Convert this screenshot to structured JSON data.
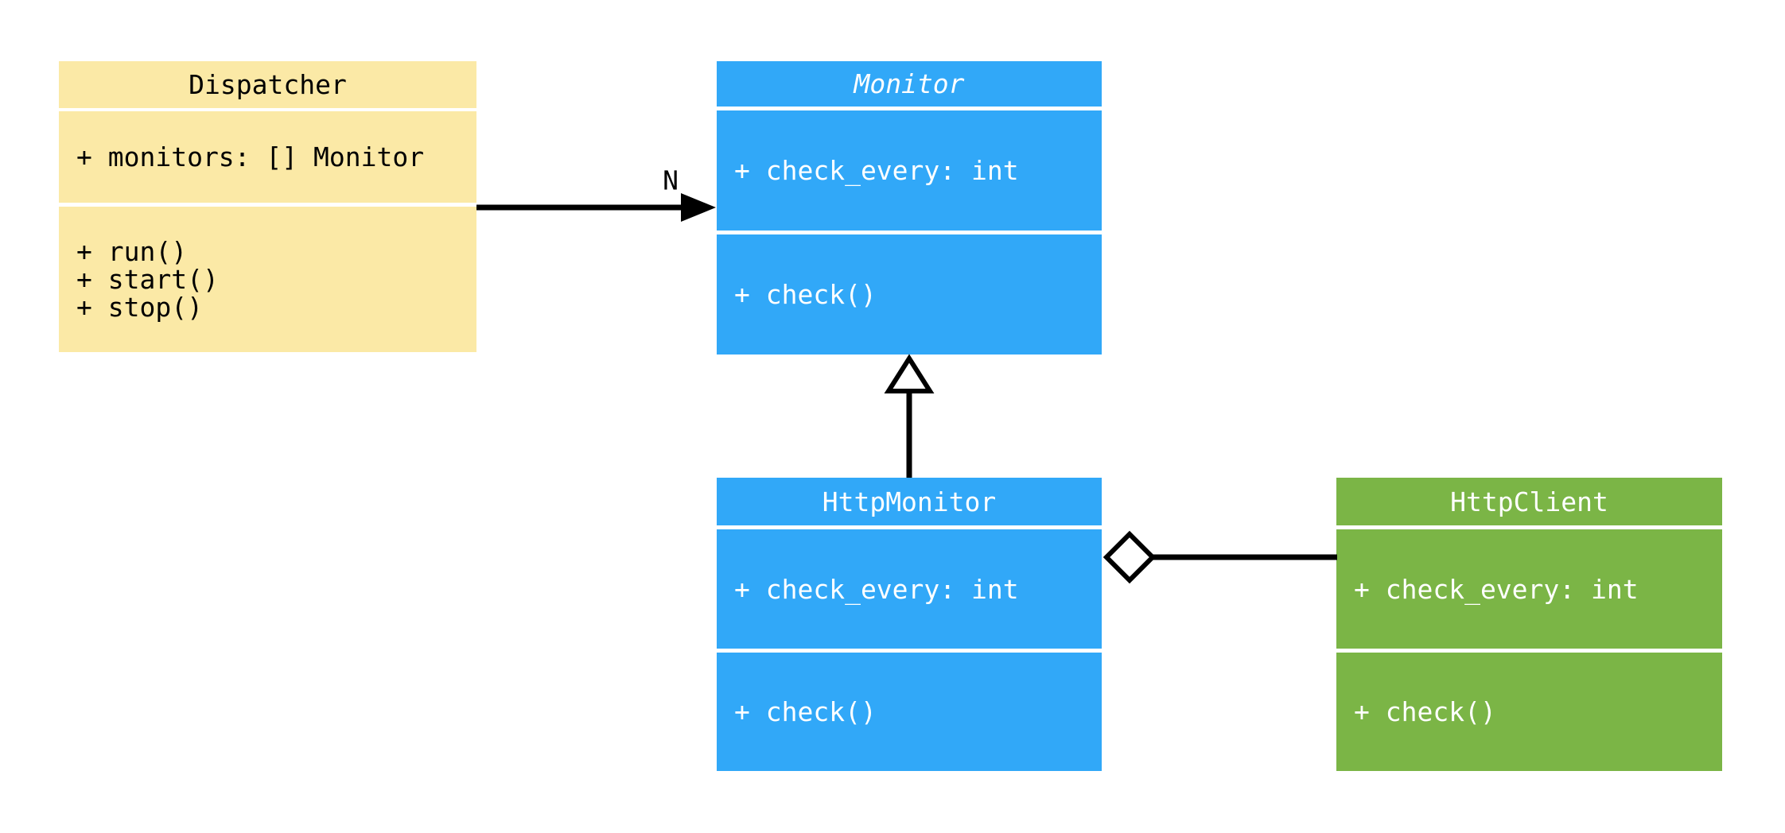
{
  "diagram": {
    "kind": "uml-class-diagram",
    "classes": [
      {
        "name": "Dispatcher",
        "abstract": false,
        "fill": "#FBE9A6",
        "text_color": "#000000",
        "attributes": [
          "+ monitors: [] Monitor"
        ],
        "methods": [
          "+ run()",
          "+ start()",
          "+ stop()"
        ]
      },
      {
        "name": "Monitor",
        "abstract": true,
        "fill": "#31A8F8",
        "text_color": "#FFFFFF",
        "attributes": [
          "+ check_every: int"
        ],
        "methods": [
          "+ check()"
        ]
      },
      {
        "name": "HttpMonitor",
        "abstract": false,
        "fill": "#31A8F8",
        "text_color": "#FFFFFF",
        "attributes": [
          "+ check_every: int"
        ],
        "methods": [
          "+ check()"
        ]
      },
      {
        "name": "HttpClient",
        "abstract": false,
        "fill": "#7BB546",
        "text_color": "#FFFFFF",
        "attributes": [
          "+ check_every: int"
        ],
        "methods": [
          "+ check()"
        ]
      }
    ],
    "relationships": [
      {
        "type": "directed-association",
        "from": "Dispatcher",
        "to": "Monitor",
        "multiplicity_label": "N"
      },
      {
        "type": "inheritance",
        "from": "HttpMonitor",
        "to": "Monitor",
        "multiplicity_label": ""
      },
      {
        "type": "aggregation",
        "from": "HttpMonitor",
        "to": "HttpClient",
        "multiplicity_label": ""
      }
    ],
    "line_color": "#000000",
    "background_color": "#FFFFFF"
  }
}
